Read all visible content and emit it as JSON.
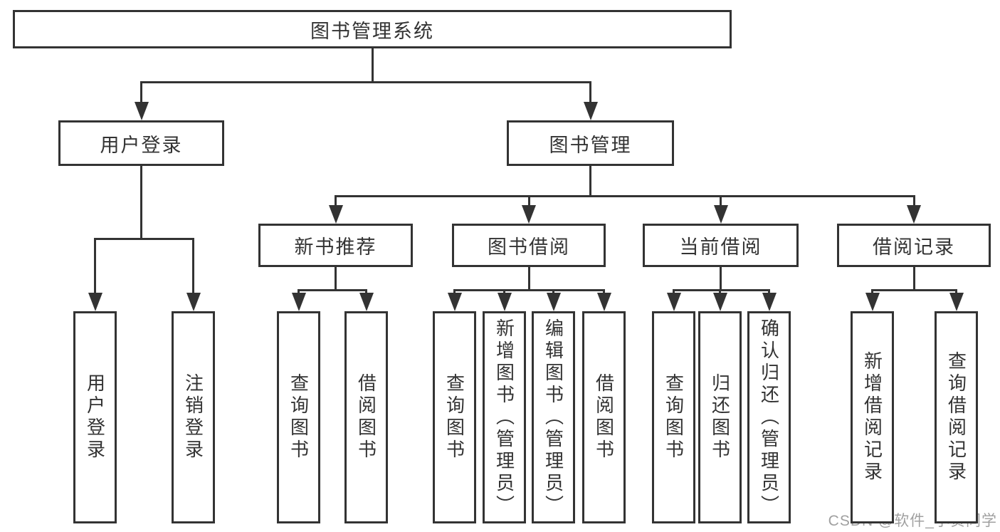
{
  "diagram_title": "图书管理系统",
  "nodes": {
    "root": "图书管理系统",
    "user-login": "用户登录",
    "book-mgmt": "图书管理",
    "new-book-rec": "新书推荐",
    "book-borrow": "图书借阅",
    "current-borrow": "当前借阅",
    "borrow-records": "借阅记录",
    "user-login-leaf": "用户登录",
    "logout-leaf": "注销登录",
    "query-book-1": "查询图书",
    "borrow-book-1": "借阅图书",
    "query-book-2": "查询图书",
    "add-book-admin": "新增图书（管理员）",
    "edit-book-admin": "编辑图书（管理员）",
    "borrow-book-2": "借阅图书",
    "query-book-3": "查询图书",
    "return-book": "归还图书",
    "confirm-return-admin": "确认归还（管理员）",
    "add-borrow-record": "新增借阅记录",
    "query-borrow-record": "查询借阅记录"
  },
  "hierarchy": {
    "图书管理系统": {
      "用户登录": [
        "用户登录",
        "注销登录"
      ],
      "图书管理": {
        "新书推荐": [
          "查询图书",
          "借阅图书"
        ],
        "图书借阅": [
          "查询图书",
          "新增图书（管理员）",
          "编辑图书（管理员）",
          "借阅图书"
        ],
        "当前借阅": [
          "查询图书",
          "归还图书",
          "确认归还（管理员）"
        ],
        "借阅记录": [
          "新增借阅记录",
          "查询借阅记录"
        ]
      }
    }
  },
  "watermark": {
    "text": "CSDN @软件_小贺同学"
  },
  "colors": {
    "line": "#333333",
    "text": "#333333",
    "box_background": "#ffffff",
    "page_background": "#ffffff",
    "watermark": "#a0a0a0"
  }
}
